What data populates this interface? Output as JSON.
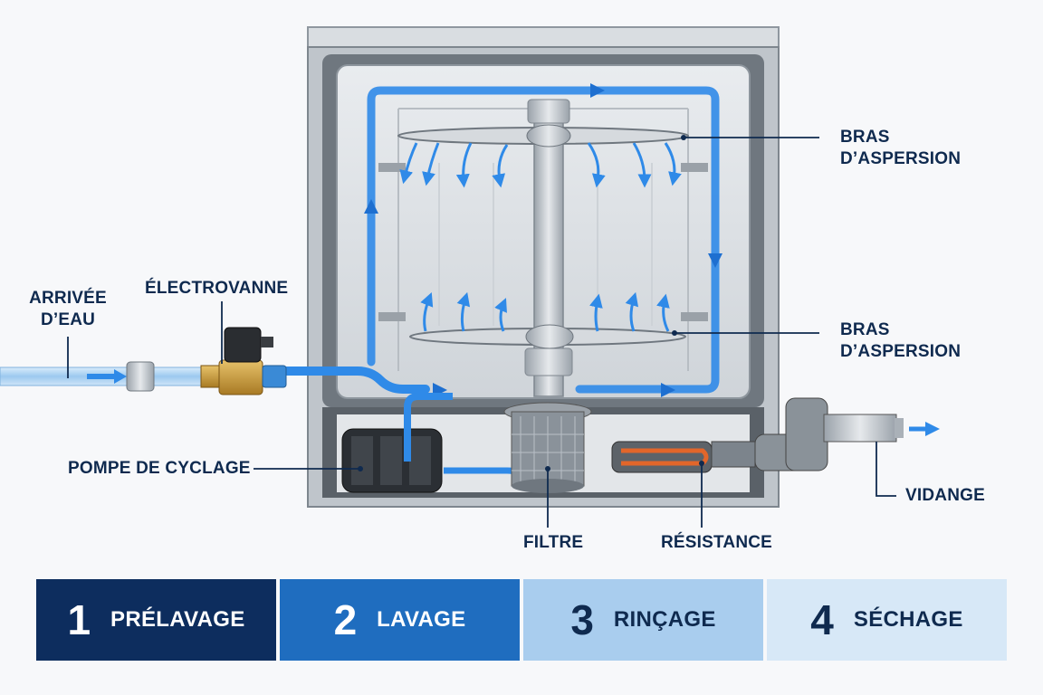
{
  "labels": {
    "arrivee_eau": [
      "ARRIVÉE",
      "D’EAU"
    ],
    "electrovanne": "ÉLECTROVANNE",
    "bras_haut": [
      "BRAS",
      "D’ASPERSION"
    ],
    "bras_bas": [
      "BRAS",
      "D’ASPERSION"
    ],
    "pompe": "POMPE DE CYCLAGE",
    "filtre": "FILTRE",
    "resistance": "RÉSISTANCE",
    "vidange": "VIDANGE"
  },
  "steps": [
    {
      "number": "1",
      "name": "PRÉLAVAGE",
      "bg": "#0d2d5e",
      "fg": "#ffffff"
    },
    {
      "number": "2",
      "name": "LAVAGE",
      "bg": "#1f6dbf",
      "fg": "#ffffff"
    },
    {
      "number": "3",
      "name": "RINÇAGE",
      "bg": "#a9cdee",
      "fg": "#0f2a4f"
    },
    {
      "number": "4",
      "name": "SÉCHAGE",
      "bg": "#d7e8f7",
      "fg": "#0f2a4f"
    }
  ],
  "colors": {
    "water": "#2f8ae8",
    "label_text": "#0f2a4f",
    "steel": "#c9ced4",
    "heater": "#e2662a"
  }
}
